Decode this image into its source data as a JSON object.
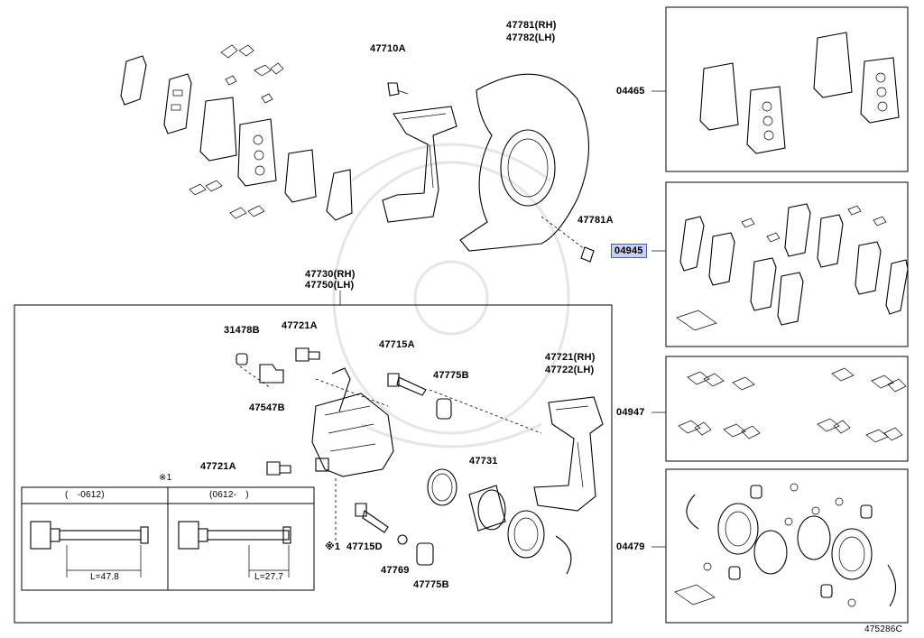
{
  "diagram": {
    "labels": {
      "p47710A": "47710A",
      "p47781": "47781(RH)",
      "p47782": "47782(LH)",
      "p47781A": "47781A",
      "p47730": "47730(RH)",
      "p47750": "47750(LH)",
      "p31478B": "31478B",
      "p47721A_top": "47721A",
      "p47715A": "47715A",
      "p47775B_top": "47775B",
      "p47721": "47721(RH)",
      "p47722": "47722(LH)",
      "p47547B": "47547B",
      "p47721A_low": "47721A",
      "p47731": "47731",
      "p47715D": "47715D",
      "p47715D_mark": "※1",
      "p47769": "47769",
      "p47775B_low": "47775B",
      "note_mark": "※1",
      "date_left": "(　-0612)",
      "date_right": "(0612-　)",
      "len_left": "L=47.8",
      "len_right": "L=27.7",
      "kit_04465": "04465",
      "kit_04945": "04945",
      "kit_04947": "04947",
      "kit_04479": "04479",
      "figure_code": "475286C"
    },
    "highlight_color": "#c8d0f0"
  }
}
